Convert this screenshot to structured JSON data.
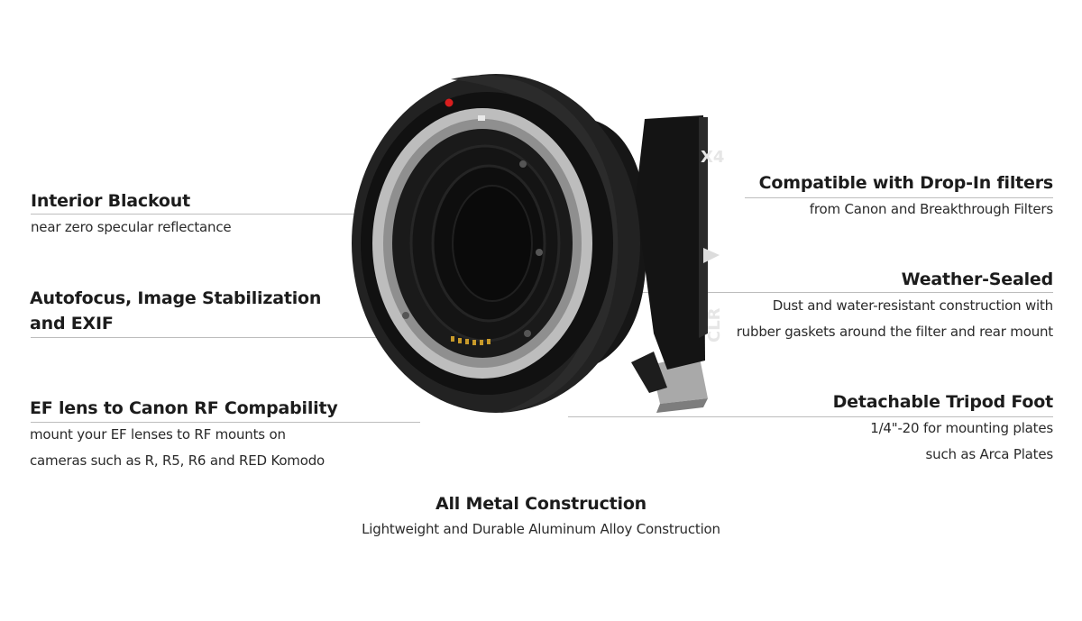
{
  "features": {
    "interior": {
      "title": "Interior Blackout",
      "desc": "near zero specular reflectance"
    },
    "autofocus": {
      "title_lines": [
        "Autofocus, Image Stabilization",
        "and EXIF"
      ]
    },
    "ef_rf": {
      "title": "EF lens to Canon RF Compability",
      "desc_lines": [
        "mount your EF lenses to RF mounts on",
        "cameras such as R, R5, R6 and RED Komodo"
      ]
    },
    "dropin": {
      "title": "Compatible with Drop-In filters",
      "desc": "from Canon and Breakthrough Filters"
    },
    "weather": {
      "title": "Weather-Sealed",
      "desc_lines": [
        "Dust and water-resistant construction with",
        "rubber gaskets around the filter and rear mount"
      ]
    },
    "tripod": {
      "title": "Detachable Tripod Foot",
      "desc_lines": [
        "1/4\"-20 for mounting plates",
        "such as Arca Plates"
      ]
    },
    "metal": {
      "title": "All Metal Construction",
      "desc": "Lightweight and Durable Aluminum Alloy Construction"
    }
  },
  "product": {
    "filter_label": "X4",
    "brand_mark": "CLR",
    "colors": {
      "body": "#1b1b1b",
      "metal": "#b9b9b9",
      "accent": "#d81e1e",
      "rule": "#bdbdbd"
    }
  }
}
